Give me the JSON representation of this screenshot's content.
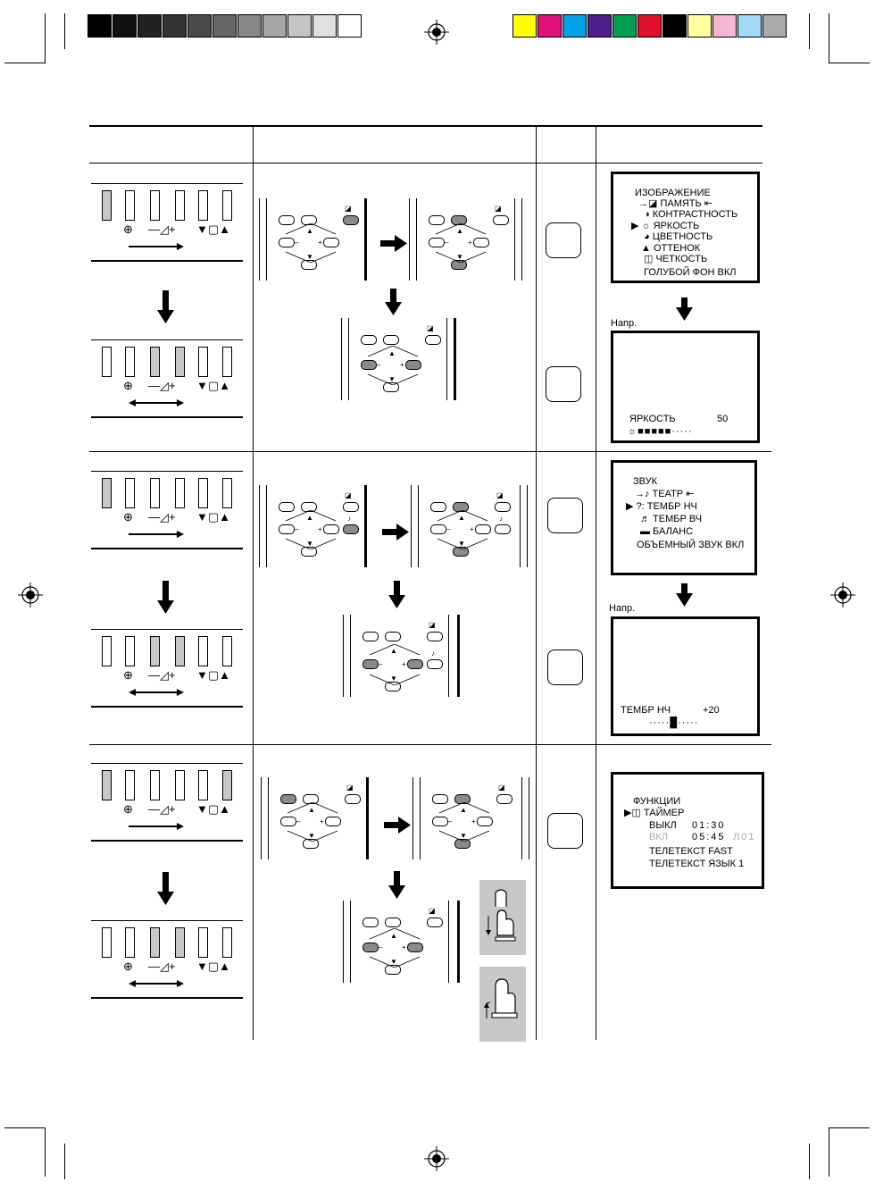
{
  "colors": {
    "gray_bar": [
      "#000000",
      "#111111",
      "#222222",
      "#333333",
      "#4a4a4a",
      "#666666",
      "#888888",
      "#a6a6a6",
      "#c4c4c4",
      "#e0e0e0",
      "#ffffff"
    ],
    "color_bar": [
      "#ffff00",
      "#e0107a",
      "#00a0e8",
      "#4b1e8c",
      "#00a050",
      "#e0102a",
      "#000000",
      "#ffffa0",
      "#f5b8d0",
      "#a0d8f5",
      "#aaaaaa"
    ]
  },
  "panel_labels": {
    "input": "⊕",
    "volume": "—◿+",
    "channel": "▼▢▲"
  },
  "remote_labels": {
    "minus": "–",
    "plus": "+",
    "up": "▲",
    "down": "▼",
    "note": "♪"
  },
  "row1": {
    "screen1": {
      "lines": [
        "ИЗОБРАЖЕНИЕ",
        "→◪ ПАМЯТЬ ⇤",
        "◑ КОНТРАСТНОСТЬ",
        "▶ ☼ ЯРКОСТЬ",
        "◕ ЦВЕТНОСТЬ",
        "▲ ОТТЕНОК",
        "◫ ЧЕТКОСТЬ",
        "ГОЛУБОЙ  ФОН  ВКЛ"
      ]
    },
    "napr": "Напр.",
    "screen2": {
      "label": "ЯРКОСТЬ",
      "value": "50",
      "bar": "☼■■■■■·····"
    }
  },
  "row2": {
    "screen1": {
      "lines": [
        "ЗВУК",
        "→♪ ТЕАТР ⇤",
        "▶ ?: ТЕМБР  НЧ",
        "♬ ТЕМБР  ВЧ",
        "▬ БАЛАНС",
        "ОБЪЕМНЫЙ  ЗВУК  ВКЛ"
      ]
    },
    "napr": "Напр.",
    "screen2": {
      "label": "ТЕМБР  НЧ",
      "value": "+20",
      "bar": "·····█·····"
    }
  },
  "row3": {
    "screen1": {
      "title": "ФУНКЦИИ",
      "timer": "▶◫ ТАЙМЕР",
      "off_label": "ВЫКЛ",
      "off_time": "01:30",
      "on_label": "ВКЛ",
      "on_time": "05:45",
      "on_prog": "Л01",
      "tt1": "ТЕЛЕТЕКСТ   FAST",
      "tt2": "ТЕЛЕТЕКСТ   ЯЗЫК  1"
    }
  }
}
